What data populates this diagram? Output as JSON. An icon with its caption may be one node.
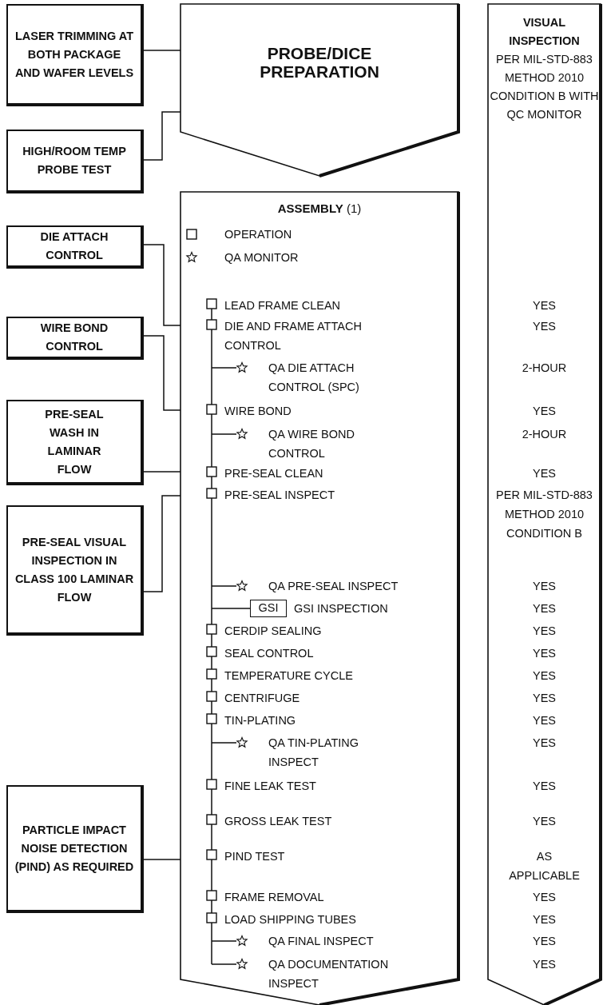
{
  "diagram": {
    "nodes": [
      {
        "text": [
          "LASER TRIMMING AT BOTH PACKAGE AND WAFER LEVELS"
        ]
      },
      {
        "text": [
          "PROBE/DICE PREPARATION"
        ]
      },
      {
        "text": [
          "VISUAL INSPECTION",
          "PER MIL-STD-883 METHOD 2010 CONDITION B WITH QC MONITOR"
        ]
      },
      {
        "text": [
          "HIGH/ROOM TEMP PROBE TEST"
        ]
      },
      {
        "text": [
          "**ASSEMBLY** (1)"
        ]
      },
      {
        "text": [
          "DIE ATTACH CONTROL"
        ]
      },
      {
        "text": [
          "WIRE BOND CONTROL"
        ]
      },
      {
        "text": [
          "PRE-SEAL WASH IN LAMINAR FLOW"
        ]
      },
      {
        "text": [
          "PRE-SEAL VISUAL INSPECTION IN CLASS 100 LAMINAR FLOW"
        ]
      },
      {
        "text": [
          "PARTICLE IMPACT NOISE DETECTION (PIND) AS REQUIRED"
        ]
      }
    ],
    "edges": [
      {
        "from": 0,
        "to": 1,
        "arrow": "none"
      },
      {
        "from": 3,
        "to": 1,
        "arrow": "none"
      },
      {
        "from": 5,
        "to": 4,
        "arrow": "none"
      },
      {
        "from": 6,
        "to": 4,
        "arrow": "none"
      },
      {
        "from": 7,
        "to": 4,
        "arrow": "none"
      },
      {
        "from": 8,
        "to": 4,
        "arrow": "none"
      },
      {
        "from": 9,
        "to": 4,
        "arrow": "none"
      }
    ],
    "labels": [
      "LEAD FRAME CLEAN",
      "YES",
      "DIE AND FRAME ATTACH CONTROL",
      "YES",
      "QA DIE ATTACH CONTROL (SPC)",
      "2-HOUR",
      "WIRE BOND",
      "YES",
      "QA WIRE BOND CONTROL",
      "2-HOUR",
      "PRE-SEAL CLEAN",
      "YES",
      "PRE-SEAL INSPECT",
      "PER MIL-STD-883 METHOD 2010 CONDITION B",
      "QA PRE-SEAL INSPECT",
      "YES",
      "GSI",
      "GSI INSPECTION",
      "YES",
      "CERDIP SEALING",
      "YES",
      "SEAL CONTROL",
      "YES",
      "TEMPERATURE CYCLE",
      "YES",
      "CENTRIFUGE",
      "YES",
      "TIN-PLATING",
      "YES",
      "QA TIN-PLATING INSPECT",
      "YES",
      "FINE LEAK TEST",
      "YES",
      "GROSS LEAK TEST",
      "YES",
      "PIND TEST",
      "AS APPLICABLE",
      "FRAME REMOVAL",
      "YES",
      "LOAD SHIPPING TUBES",
      "YES",
      "QA FINAL INSPECT",
      "YES",
      "QA DOCUMENTATION INSPECT",
      "YES"
    ],
    "legend": [
      {
        "text": "OPERATION"
      },
      {
        "text": "QA MONITOR"
      }
    ]
  }
}
